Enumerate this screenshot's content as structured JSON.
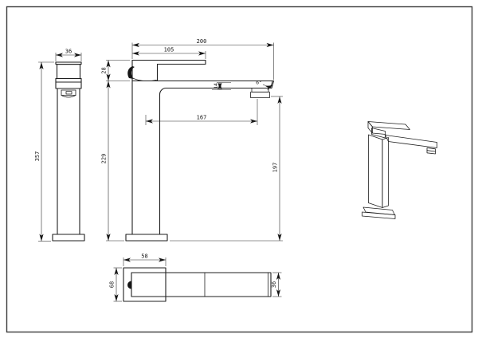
{
  "drawing": {
    "kind": "faucet orthographic technical drawing",
    "colors": {
      "background": "#ffffff",
      "outline": "#1f1f1f",
      "dimension_lines": "#2a2a2a",
      "border": "#3a3a3a"
    }
  },
  "dims": {
    "side_view": {
      "width": "36",
      "overall_height": "357"
    },
    "front_view": {
      "overall_length": "200",
      "handle_length": "105",
      "upper_body_height": "28",
      "spout_end_height": "14",
      "spout_angle": "6°",
      "spout_reach": "167",
      "body_height": "229",
      "outlet_height": "197"
    },
    "plan_view": {
      "base_width": "58",
      "base_depth": "68",
      "spout_width": "36"
    }
  }
}
